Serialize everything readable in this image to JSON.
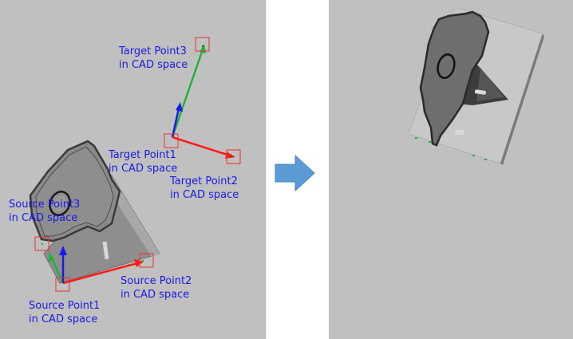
{
  "left_panel": {
    "labels": {
      "target_point3": {
        "line1": "Target Point3",
        "line2": "in CAD space"
      },
      "target_point1": {
        "line1": "Target Point1",
        "line2": "in CAD space"
      },
      "target_point2": {
        "line1": "Target Point2",
        "line2": "in CAD space"
      },
      "source_point3": {
        "line1": "Source Point3",
        "line2": "in CAD space"
      },
      "source_point2": {
        "line1": "Source Point2",
        "line2": "in CAD space"
      },
      "source_point1": {
        "line1": "Source Point1",
        "line2": "in CAD space"
      }
    },
    "axis_colors": {
      "x": "#ff1a1a",
      "y": "#1db33c",
      "z": "#1a1ae6"
    },
    "marker_color": "#e83030"
  },
  "transition_arrow": {
    "color": "#5b9bd5",
    "icon": "right-arrow-icon"
  },
  "right_panel": {
    "background": "#c0c0c0"
  }
}
